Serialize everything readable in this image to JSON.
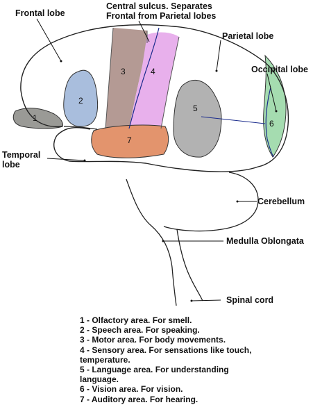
{
  "labels": {
    "frontal": "Frontal lobe",
    "central_1": "Central sulcus. Separates",
    "central_2": "Frontal from Parietal lobes",
    "parietal": "Parietal lobe",
    "occipital": "Occipital lobe",
    "temporal_1": "Temporal",
    "temporal_2": "lobe",
    "cerebellum": "Cerebellum",
    "medulla": "Medulla Oblongata",
    "spinal": "Spinal cord"
  },
  "areas": [
    {
      "num": "1",
      "color": "#9a9a96"
    },
    {
      "num": "2",
      "color": "#a9bedd"
    },
    {
      "num": "3",
      "color": "#b49a94"
    },
    {
      "num": "4",
      "color": "#e8b0ec"
    },
    {
      "num": "5",
      "color": "#b2b2b2"
    },
    {
      "num": "6",
      "color": "#a5dcb0"
    },
    {
      "num": "7",
      "color": "#e3946d"
    }
  ],
  "legend": [
    "1 - Olfactory area. For smell.",
    "2 - Speech area. For speaking.",
    "3 - Motor area. For body movements.",
    "4 - Sensory area. For sensations like touch,",
    "temperature.",
    "5 - Language area. For understanding",
    "language.",
    "6 - Vision area. For vision.",
    "7 - Auditory area. For hearing."
  ]
}
